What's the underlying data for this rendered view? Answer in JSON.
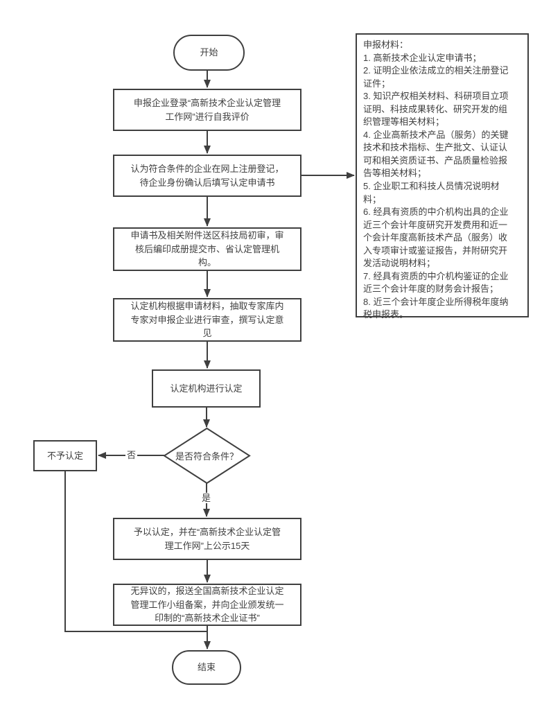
{
  "flowchart": {
    "colors": {
      "stroke": "#3f3f3f",
      "text": "#3f3f3f",
      "background": "#ffffff"
    },
    "nodes": {
      "start": {
        "label": "开始"
      },
      "self_evaluation": {
        "lines": [
          "申报企业登录“高新技术企业认定管理",
          "工作网”进行自我评价"
        ]
      },
      "register": {
        "lines": [
          "认为符合条件的企业在网上注册登记，",
          "待企业身份确认后填写认定申请书"
        ]
      },
      "initial_review": {
        "lines": [
          "申请书及相关附件送区科技局初审，审",
          "核后编印成册提交市、省认定管理机",
          "构。"
        ]
      },
      "expert_review": {
        "lines": [
          "认定机构根据申请材料，抽取专家库内",
          "专家对申报企业进行审查，撰写认定意",
          "见"
        ]
      },
      "recognition": {
        "label": "认定机构进行认定"
      },
      "decision": {
        "label": "是否符合条件？"
      },
      "reject": {
        "label": "不予认定"
      },
      "publicize": {
        "lines": [
          "予以认定，并在“高新技术企业认定管",
          "理工作网”上公示15天"
        ]
      },
      "record_filing": {
        "lines": [
          "无异议的，报送全国高新技术企业认定",
          "管理工作小组备案，并向企业颁发统一",
          "印制的“高新技术企业证书”"
        ]
      },
      "end": {
        "label": "结束"
      }
    },
    "edge_labels": {
      "no": "否",
      "yes": "是"
    },
    "materials_note": {
      "lines": [
        "申报材料：",
        "1. 高新技术企业认定申请书；",
        "2. 证明企业依法成立的相关注册登记",
        "证件；",
        "3. 知识产权相关材料、科研项目立项",
        "证明、科技成果转化、研究开发的组",
        "织管理等相关材料；",
        "4. 企业高新技术产品（服务）的关键",
        "技术和技术指标、生产批文、认证认",
        "可和相关资质证书、产品质量检验报",
        "告等相关材料；",
        "5. 企业职工和科技人员情况说明材",
        "料；",
        "6. 经具有资质的中介机构出具的企业",
        "近三个会计年度研究开发费用和近一",
        "个会计年度高新技术产品（服务）收",
        "入专项审计或鉴证报告，并附研究开",
        "发活动说明材料；",
        "7. 经具有资质的中介机构鉴证的企业",
        "近三个会计年度的财务会计报告；",
        "8. 近三个会计年度企业所得税年度纳",
        "税申报表。"
      ]
    }
  }
}
